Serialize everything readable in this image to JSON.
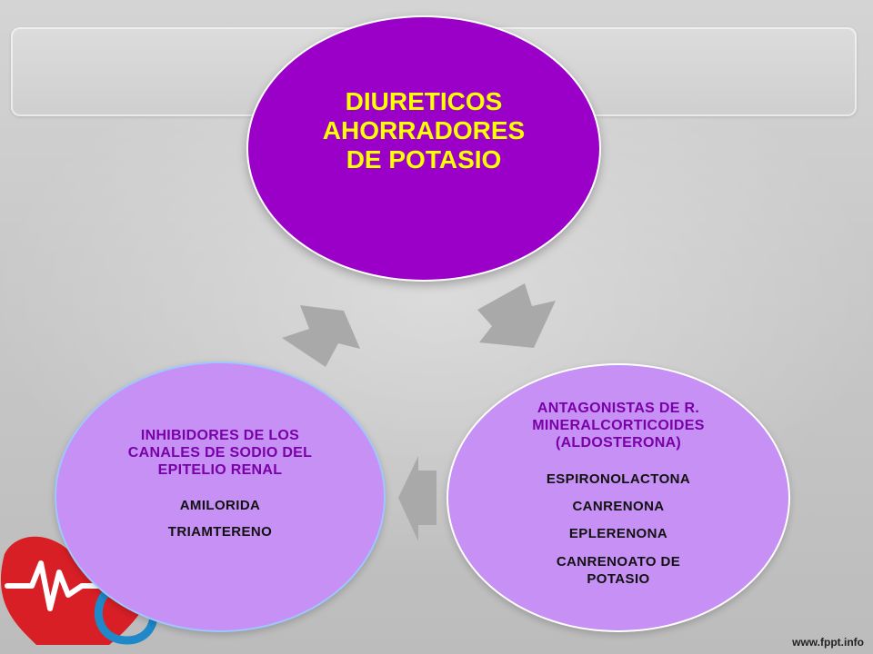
{
  "diagram": {
    "center": {
      "lines": [
        "DIURETICOS",
        "AHORRADORES",
        "DE POTASIO"
      ]
    },
    "right_node": {
      "heading": "ANTAGONISTAS DE R. MINERALCORTICOIDES (ALDOSTERONA)",
      "drugs": [
        "ESPIRONOLACTONA",
        "CANRENONA",
        "EPLERENONA",
        "CANRENOATO DE POTASIO"
      ]
    },
    "left_node": {
      "heading": "INHIBIDORES DE LOS CANALES  DE SODIO DEL EPITELIO RENAL",
      "drugs": [
        "AMILORIDA",
        "TRIAMTERENO"
      ]
    }
  },
  "footer": {
    "site": "www.fppt.info"
  },
  "icons": {
    "arrow": "cycle-arrow-icon",
    "decoration": "heartbeat-icon"
  },
  "colors": {
    "center_fill": "#9b00c9",
    "center_text": "#ffff00",
    "node_fill": "#c690f4",
    "heading_text": "#7a00a8",
    "arrow": "#a9a9a9"
  }
}
